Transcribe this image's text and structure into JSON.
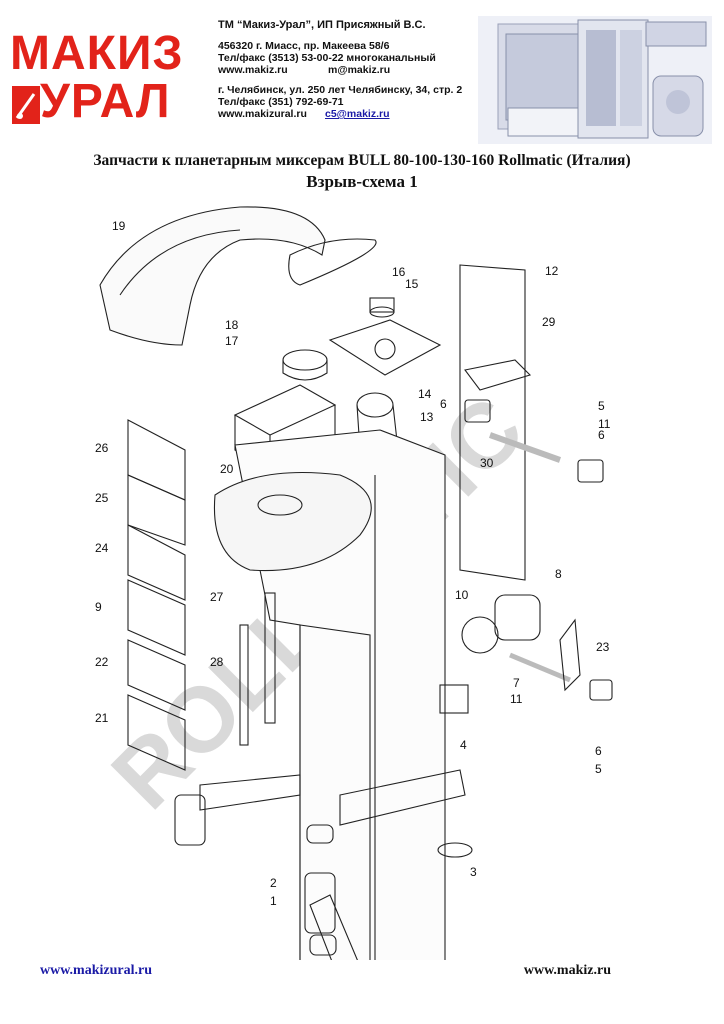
{
  "header": {
    "brand_line1": "МАКИЗ",
    "brand_line2": "УРАЛ",
    "tm_line": "ТМ “Макиз-Урал”,    ИП Присяжный В.С.",
    "address1": "456320 г. Миасс, пр. Макеева 58/6",
    "phone1": "Тел/факс (3513) 53-00-22 многоканальный",
    "web1": "www.makiz.ru",
    "email1": "m@makiz.ru",
    "address2": "г. Челябинск, ул. 250 лет Челябинску, 34, стр. 2",
    "phone2": "Тел/факс (351) 792-69-71",
    "web2": "www.makizural.ru",
    "email2": "c5@makiz.ru",
    "brand_color": "#e2231a"
  },
  "title": {
    "line1": "Запчасти к планетарным миксерам BULL 80-100-130-160 Rollmatic (Италия)",
    "line2": "Взрыв-схема 1"
  },
  "diagram": {
    "watermark": "ROLLMATIC",
    "callouts": [
      "19",
      "16",
      "15",
      "12",
      "18",
      "17",
      "29",
      "14",
      "6",
      "5",
      "13",
      "11",
      "6",
      "26",
      "30",
      "20",
      "25",
      "24",
      "8",
      "27",
      "10",
      "9",
      "23",
      "28",
      "22",
      "7",
      "11",
      "21",
      "4",
      "6",
      "5",
      "3",
      "2",
      "1"
    ]
  },
  "footer": {
    "left": "www.makizural.ru",
    "right": "www.makiz.ru"
  }
}
